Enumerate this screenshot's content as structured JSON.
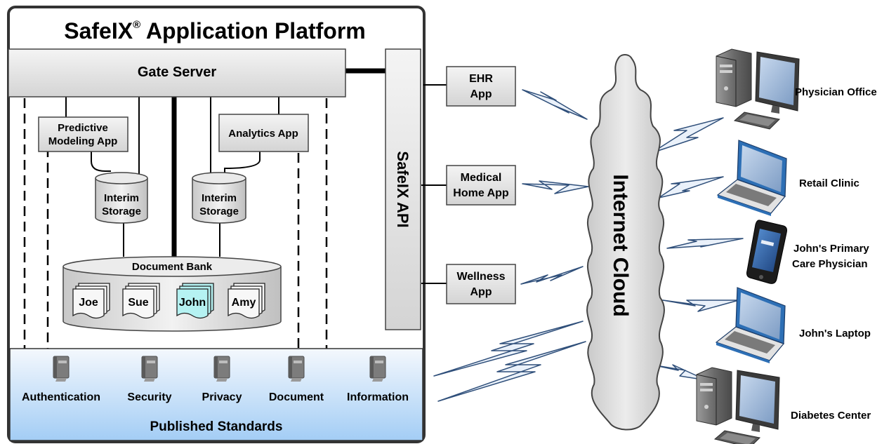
{
  "platform": {
    "title_main": "SafeIX",
    "title_reg": "®",
    "title_rest": " Application Platform",
    "gate_server": "Gate Server",
    "api_label": "SafeIX API",
    "apps": {
      "predictive_line1": "Predictive",
      "predictive_line2": "Modeling App",
      "analytics": "Analytics App"
    },
    "storage": {
      "left_line1": "Interim",
      "left_line2": "Storage",
      "right_line1": "Interim",
      "right_line2": "Storage"
    },
    "document_bank": {
      "label": "Document Bank",
      "docs": [
        "Joe",
        "Sue",
        "John",
        "Amy"
      ]
    },
    "standards": {
      "items": [
        "Authentication",
        "Security",
        "Privacy",
        "Document",
        "Information"
      ],
      "footer": "Published Standards"
    }
  },
  "external_apps": [
    {
      "line1": "EHR",
      "line2": "App"
    },
    {
      "line1": "Medical",
      "line2": "Home App"
    },
    {
      "line1": "Wellness",
      "line2": "App"
    }
  ],
  "cloud_label": "Internet Cloud",
  "endpoints": [
    {
      "line1": "Physician Office",
      "line2": "",
      "icon": "desktop-icon"
    },
    {
      "line1": "Retail Clinic",
      "line2": "",
      "icon": "laptop-icon"
    },
    {
      "line1": "John's Primary",
      "line2": "Care Physician",
      "icon": "smartphone-icon"
    },
    {
      "line1": "John's Laptop",
      "line2": "",
      "icon": "laptop-icon"
    },
    {
      "line1": "Diabetes Center",
      "line2": "",
      "icon": "desktop-icon"
    }
  ],
  "colors": {
    "border": "#333333",
    "box_fill": "#e6e6e6",
    "standards_top": "#f4f8fd",
    "standards_bottom": "#a3cdf5",
    "highlight_doc": "#b5f2f2",
    "cloud_fill": "#d9d9d9",
    "device_blue": "#2d6fb5"
  }
}
